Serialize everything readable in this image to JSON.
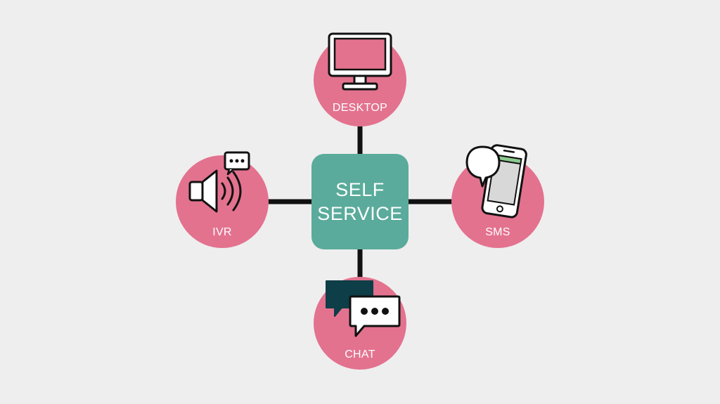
{
  "colors": {
    "background": "#efeeee",
    "node": "#e3728f",
    "hub": "#5aab9b",
    "connector": "#111111",
    "chat_dark": "#0e3e47",
    "phone_screen": "#d8d8d8",
    "phone_bar": "#8cc98e"
  },
  "hub": {
    "line1": "SELF",
    "line2": "SERVICE"
  },
  "nodes": {
    "desktop": {
      "label": "DESKTOP",
      "icon": "monitor-icon"
    },
    "sms": {
      "label": "SMS",
      "icon": "smartphone-icon"
    },
    "ivr": {
      "label": "IVR",
      "icon": "speaker-icon"
    },
    "chat": {
      "label": "CHAT",
      "icon": "chat-bubbles-icon"
    }
  }
}
